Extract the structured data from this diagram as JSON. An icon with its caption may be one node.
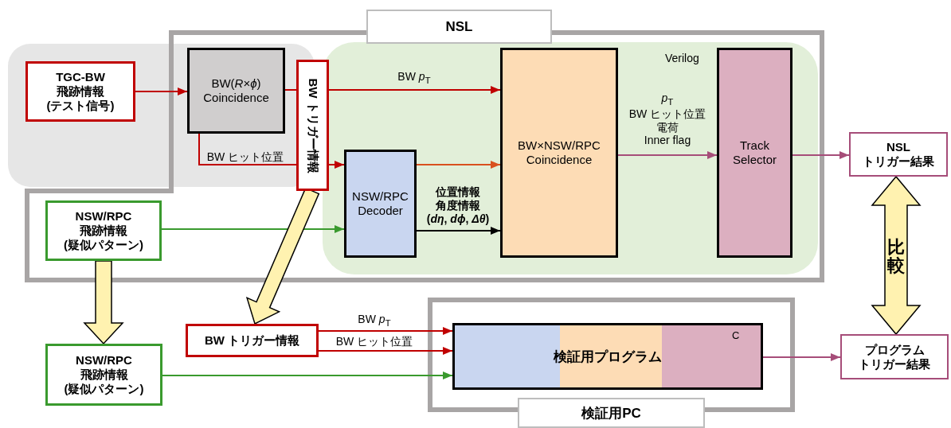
{
  "diagram": {
    "nodes": [
      {
        "text": [
          "NSL"
        ]
      },
      {
        "text": [
          "Verilog"
        ],
        "in": 0
      },
      {
        "text": [
          "TGC-BW 飛跡情報 (テスト信号)"
        ]
      },
      {
        "text": [
          "BW(*R*×*ϕ*) Coincidence"
        ],
        "in": 0
      },
      {
        "text": [
          "BW トリガー情報"
        ],
        "in": 0
      },
      {
        "text": [
          "NSW/RPC 飛跡情報 (疑似パターン)"
        ],
        "in": 0
      },
      {
        "text": [
          "NSW/RPC Decoder"
        ],
        "in": 1
      },
      {
        "text": [
          "BW×NSW/RPC Coincidence"
        ],
        "in": 1
      },
      {
        "text": [
          "Track Selector"
        ],
        "in": 1
      },
      {
        "text": [
          "NSL トリガー結果"
        ]
      },
      {
        "text": [
          "検証用PC"
        ]
      },
      {
        "text": [
          "検証用プログラム",
          "C"
        ],
        "in": 10
      },
      {
        "text": [
          "BW トリガー情報"
        ]
      },
      {
        "text": [
          "NSW/RPC 飛跡情報 (疑似パターン)"
        ]
      },
      {
        "text": [
          "プログラムトリガー結果"
        ]
      }
    ],
    "edges": [
      {
        "from": 2,
        "to": 3,
        "arrow": "to",
        "color": "#c00000"
      },
      {
        "from": 3,
        "to": 4,
        "arrow": "none",
        "color": "#c00000"
      },
      {
        "from": 4,
        "to": 7,
        "arrow": "to",
        "label": "BW *p*$_{T}$",
        "color": "#c00000"
      },
      {
        "from": 3,
        "to": 4,
        "arrow": "none",
        "label": "BW ヒット位置",
        "color": "#c00000"
      },
      {
        "from": 4,
        "to": 6,
        "arrow": "to",
        "color": "#c00000"
      },
      {
        "from": 6,
        "to": 7,
        "arrow": "to",
        "color": "#d9501e"
      },
      {
        "from": 6,
        "to": 7,
        "arrow": "to",
        "label": "位置情報角度情報 (*dη*, *dϕ*, *Δθ*)",
        "color": "#000000"
      },
      {
        "from": 5,
        "to": 6,
        "arrow": "to",
        "color": "#3a9a2e"
      },
      {
        "from": 7,
        "to": 8,
        "arrow": "to",
        "label": "*p*$_{T}$ BW ヒット位置電荷Inner flag",
        "color": "#a64d79"
      },
      {
        "from": 8,
        "to": 9,
        "arrow": "to",
        "color": "#a64d79"
      },
      {
        "from": 4,
        "to": 12,
        "arrow": "to",
        "style": "thick",
        "color": "#fff2b0"
      },
      {
        "from": 5,
        "to": 13,
        "arrow": "to",
        "style": "thick",
        "color": "#fff2b0"
      },
      {
        "from": 9,
        "to": 14,
        "arrow": "both",
        "label": "比較",
        "style": "thick",
        "color": "#fff2b0"
      },
      {
        "from": 12,
        "to": 11,
        "arrow": "to",
        "label": "BW *p*$_{T}$",
        "color": "#c00000"
      },
      {
        "from": 12,
        "to": 11,
        "arrow": "to",
        "label": "BW ヒット位置",
        "color": "#c00000"
      },
      {
        "from": 13,
        "to": 11,
        "arrow": "to",
        "color": "#3a9a2e"
      },
      {
        "from": 11,
        "to": 14,
        "arrow": "to",
        "color": "#a64d79"
      }
    ]
  }
}
